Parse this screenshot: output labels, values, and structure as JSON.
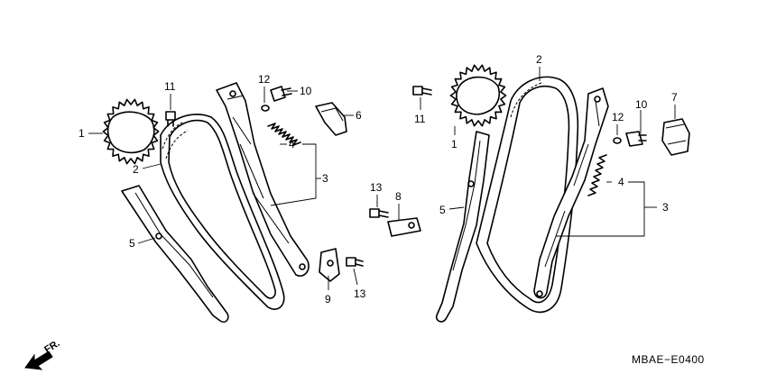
{
  "diagram": {
    "code": "MBAE−E0400",
    "direction_label": "FR.",
    "callouts": {
      "l1": "1",
      "l2": "2",
      "l3": "3",
      "l4": "4",
      "l5": "5",
      "l6": "6",
      "l9": "9",
      "l10": "10",
      "l11": "11",
      "l12": "12",
      "l8": "8",
      "l13a": "13",
      "l13b": "13",
      "r1": "1",
      "r2": "2",
      "r3": "3",
      "r4": "4",
      "r5": "5",
      "r7": "7",
      "r10": "10",
      "r11": "11",
      "r12": "12"
    }
  }
}
